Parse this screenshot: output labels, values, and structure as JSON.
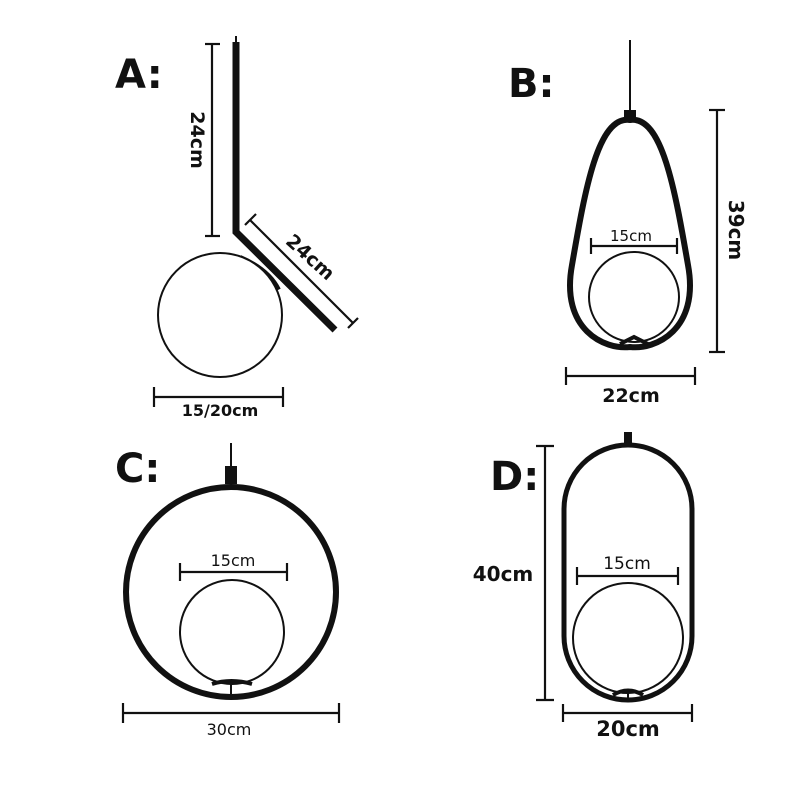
{
  "panels": {
    "a": {
      "letter": "A:",
      "rod_height": "24cm",
      "arm_length": "24cm",
      "globe_width": "15/20cm"
    },
    "b": {
      "letter": "B:",
      "height": "39cm",
      "globe_width": "15cm",
      "width": "22cm"
    },
    "c": {
      "letter": "C:",
      "globe_width": "15cm",
      "width": "30cm"
    },
    "d": {
      "letter": "D:",
      "height": "40cm",
      "globe_width": "15cm",
      "width": "20cm"
    }
  },
  "colors": {
    "ink": "#111111",
    "background": "#ffffff"
  }
}
